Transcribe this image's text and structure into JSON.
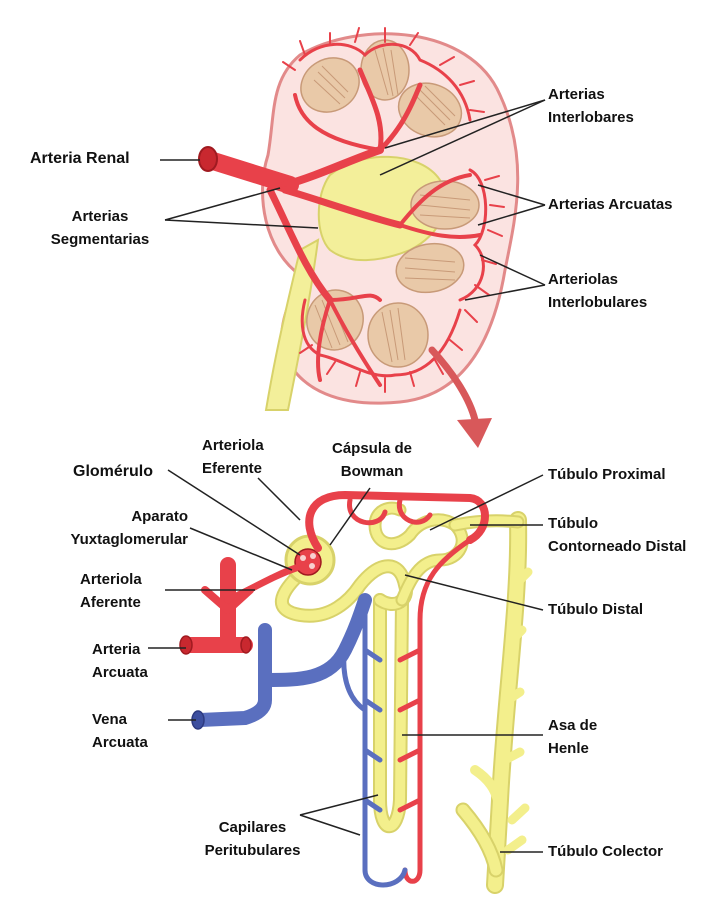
{
  "colors": {
    "artery": "#e8414a",
    "artery_dark": "#c9282f",
    "vein": "#5a6fbf",
    "tubule": "#f3ef8c",
    "tubule_outline": "#d8d26a",
    "pyramid": "#e9c9a8",
    "cortex": "#fbe3e1",
    "arrow": "#d8585a",
    "text": "#111111"
  },
  "labels": {
    "arteria_renal": "Arteria Renal",
    "arterias_segmentarias": [
      "Arterias",
      "Segmentarias"
    ],
    "arterias_interlobares": [
      "Arterias",
      "Interlobares"
    ],
    "arterias_arcuatas": "Arterias Arcuatas",
    "arteriolas_interlobulares": [
      "Arteriolas",
      "Interlobulares"
    ],
    "glomerulo": "Glomérulo",
    "arteriola_eferente": [
      "Arteriola",
      "Eferente"
    ],
    "capsula_bowman": [
      "Cápsula de",
      "Bowman"
    ],
    "tubulo_proximal": "Túbulo Proximal",
    "aparato_yuxtaglomerular": [
      "Aparato",
      "Yuxtaglomerular"
    ],
    "tubulo_contorneado_distal": [
      "Túbulo",
      "Contorneado Distal"
    ],
    "arteriola_aferente": [
      "Arteriola",
      "Aferente"
    ],
    "tubulo_distal": "Túbulo Distal",
    "arteria_arcuata": [
      "Arteria",
      "Arcuata"
    ],
    "vena_arcuata": [
      "Vena",
      "Arcuata"
    ],
    "asa_henle": [
      "Asa de",
      "Henle"
    ],
    "capilares_peritubulares": [
      "Capilares",
      "Peritubulares"
    ],
    "tubulo_colector": "Túbulo Colector"
  }
}
